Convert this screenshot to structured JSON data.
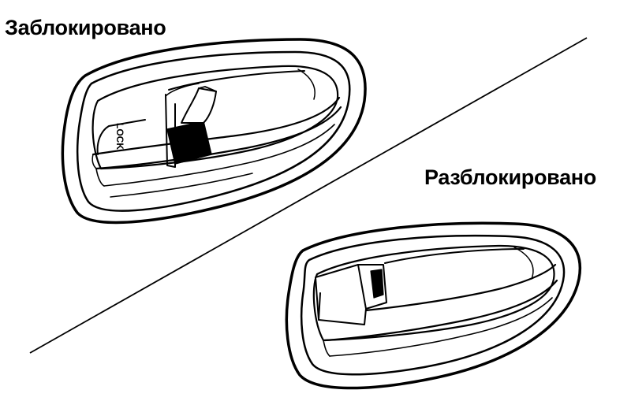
{
  "diagram": {
    "states": [
      {
        "caption": "Заблокировано",
        "lever_state": "locked",
        "lever_label": "LOCK"
      },
      {
        "caption": "Разблокировано",
        "lever_state": "unlocked"
      }
    ]
  },
  "style": {
    "ink_color": "#000000",
    "paper_color": "#ffffff"
  }
}
